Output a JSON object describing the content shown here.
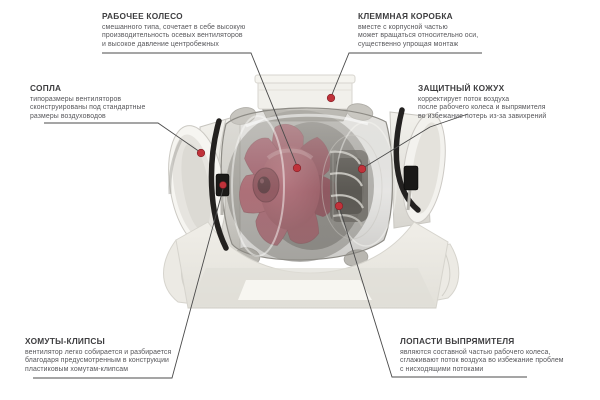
{
  "diagram": {
    "subject": "inline-mixed-flow-duct-fan-cutaway",
    "background": "#ffffff"
  },
  "colors": {
    "marker_dot": "#c0323a",
    "leader_line": "#4b4b4b",
    "title_text": "#3d3d3f",
    "body_text": "#56565a",
    "impeller_maroon": "#a5505e",
    "casing_gray": "#b5b3ae",
    "housing_cream": "#ebe9e2",
    "clamp_black": "#23211f"
  },
  "callouts": [
    {
      "id": "impeller",
      "title": "РАБОЧЕЕ КОЛЕСО",
      "lines": [
        "смешанного типа, сочетает в себе высокую",
        "производительность осевых вентиляторов",
        "и высокое давление центробежных"
      ]
    },
    {
      "id": "terminal-box",
      "title": "КЛЕММНАЯ КОРОБКА",
      "lines": [
        "вместе с корпусной частью",
        "может вращаться относительно оси,",
        "существенно упрощая монтаж"
      ]
    },
    {
      "id": "nozzles",
      "title": "СОПЛА",
      "lines": [
        "типоразмеры вентиляторов",
        "сконструированы под стандартные",
        "размеры воздуховодов"
      ]
    },
    {
      "id": "casing",
      "title": "ЗАЩИТНЫЙ КОЖУХ",
      "lines": [
        "корректирует поток воздуха",
        "после рабочего колеса и выпрямителя",
        "во избежание потерь из-за завихрений"
      ]
    },
    {
      "id": "clamps",
      "title": "ХОМУТЫ-КЛИПСЫ",
      "lines": [
        "вентилятор легко собирается и разбирается",
        "благодаря предусмотренным в конструкции",
        "пластиковым хомутам-клипсам"
      ]
    },
    {
      "id": "straightener",
      "title": "ЛОПАСТИ ВЫПРЯМИТЕЛЯ",
      "lines": [
        "являются составной частью рабочего колеса,",
        "сглаживают поток воздуха во избежание проблем",
        "с нисходящими потоками"
      ]
    }
  ]
}
